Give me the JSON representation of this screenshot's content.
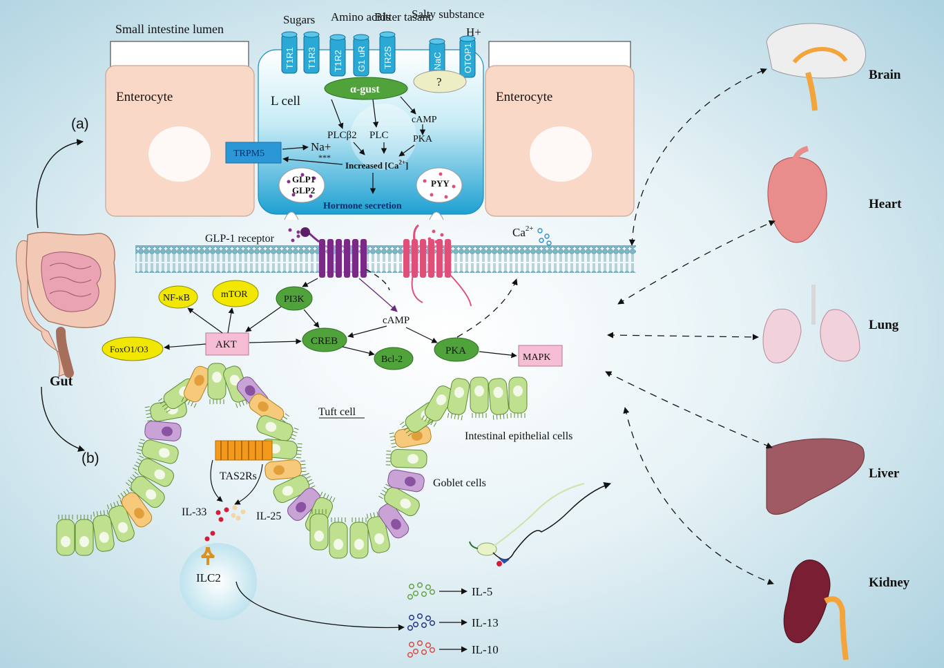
{
  "lumen_title": "Small intestine lumen",
  "receptor_groups": {
    "sugars": "Sugars",
    "amino": "Amino acids",
    "bitter": "Bitter tasant",
    "salty": "Salty substance",
    "h_plus": "H+"
  },
  "receptors": [
    "T1R1",
    "T1R3",
    "T1R2",
    "G1 uR",
    "TR2S",
    "ENaC",
    "OTOP1"
  ],
  "cells": {
    "enterocyte_left": "Enterocyte",
    "enterocyte_right": "Enterocyte",
    "l_cell": "L cell",
    "unknown_mark": "?"
  },
  "signaling": {
    "alpha_gust": "α-gust",
    "plcb2": "PLCβ2",
    "plc": "PLC",
    "camp_top": "cAMP",
    "pka_top": "PKA",
    "trpm5": "TRPM5",
    "na_plus": "Na+",
    "stars": "***",
    "increased_ca": "Increased [Ca",
    "ca_super": "2+",
    "ca_close": "]",
    "glp1": "GLP1",
    "glp2": "GLP2",
    "pyy": "PYY",
    "hormone_secretion": "Hormone secretion"
  },
  "membrane": {
    "glp1_receptor": "GLP-1 receptor",
    "ca": "Ca",
    "ca_super": "2+"
  },
  "pathway": {
    "nfkb": "NF-κB",
    "mtor": "mTOR",
    "pi3k": "PI3K",
    "akt": "AKT",
    "foxo": "FoxO1/O3",
    "creb": "CREB",
    "camp": "cAMP",
    "bcl2": "Bcl-2",
    "pka": "PKA",
    "mapk": "MAPK"
  },
  "panel_labels": {
    "a": "(a)",
    "b": "(b)"
  },
  "gut": "Gut",
  "epithelium": {
    "tuft_cell": "Tuft cell",
    "intestinal_epithelial": "Intestinal epithelial cells",
    "goblet": "Goblet cells",
    "tas2rs": "TAS2Rs",
    "il33": "IL-33",
    "il25": "IL-25",
    "ilc2": "ILC2"
  },
  "cytokines": [
    "IL-5",
    "IL-13",
    "IL-10"
  ],
  "organs": [
    "Brain",
    "Heart",
    "Lung",
    "Liver",
    "Kidney"
  ],
  "colors": {
    "background_center": "#ffffff",
    "background_edge": "#b9d9e4",
    "enterocyte": "#f9d8c8",
    "l_cell": "#2aa8d6",
    "pathway_green": "#4fa33a",
    "pathway_yellow": "#f2e700",
    "pathway_pink": "#f6bdd5",
    "glp1_receptor": "#7a2a86",
    "pyy_receptor": "#e04f78"
  }
}
